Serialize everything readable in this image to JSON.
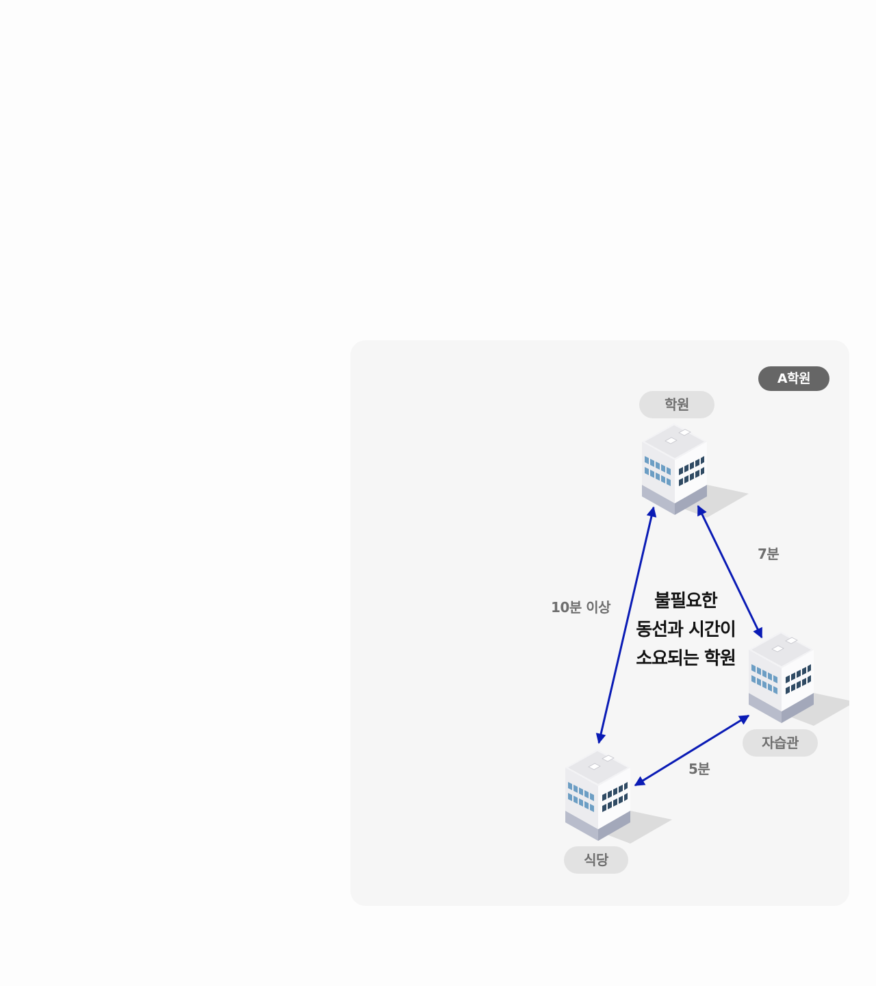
{
  "badge": "A학원",
  "nodes": {
    "academy": "학원",
    "study_room": "자습관",
    "restaurant": "식당"
  },
  "edges": {
    "academy_restaurant": "10분 이상",
    "academy_study_room": "7분",
    "study_room_restaurant": "5분"
  },
  "headline": [
    "불필요한",
    "동선과 시간이",
    "소요되는 학원"
  ],
  "colors": {
    "arrow": "#0a1bb5",
    "badge_bg": "#666666",
    "pill_bg": "#e2e2e2",
    "card_bg": "#f6f6f6"
  },
  "icons": {
    "building": "office-building-icon"
  }
}
